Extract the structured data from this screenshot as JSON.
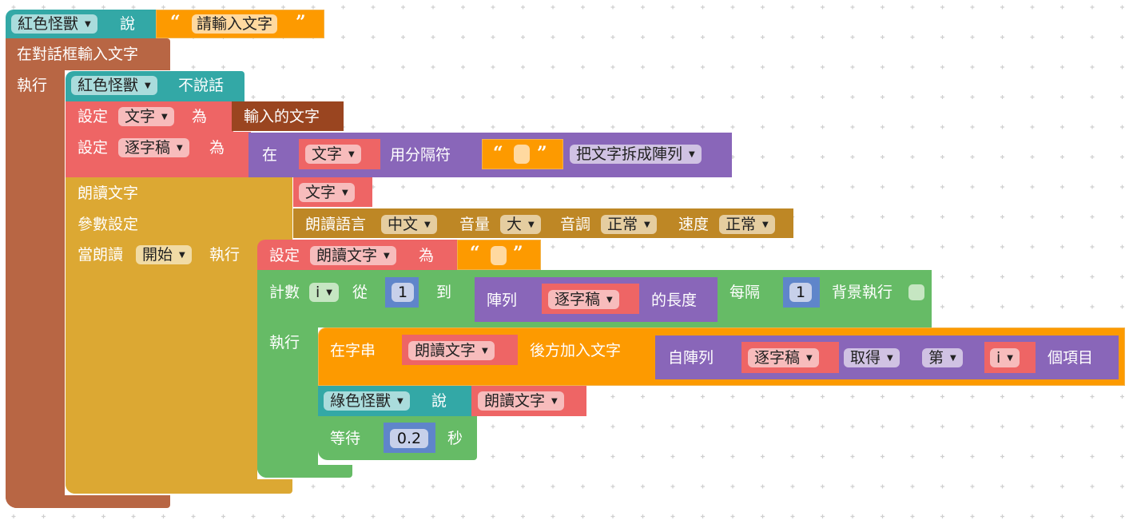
{
  "workspace": {
    "say_block": {
      "sprite": "紅色怪獸",
      "action": "說",
      "text": "請輸入文字"
    },
    "input_dialog": {
      "title": "在對話框輸入文字",
      "do_label": "執行",
      "stop_say": {
        "sprite": "紅色怪獸",
        "action": "不說話"
      },
      "set_text": {
        "set_label": "設定",
        "var": "文字",
        "to_label": "為",
        "value": "輸入的文字"
      },
      "set_split": {
        "set_label": "設定",
        "var": "逐字稿",
        "to_label": "為",
        "split": {
          "in_label": "在",
          "var": "文字",
          "sep_label": "用分隔符",
          "sep_value": "",
          "mode": "把文字拆成陣列"
        }
      },
      "speak": {
        "text_label": "朗讀文字",
        "text_var": "文字",
        "params_label": "參數設定",
        "params": {
          "lang_label": "朗讀語言",
          "lang": "中文",
          "volume_label": "音量",
          "volume": "大",
          "pitch_label": "音調",
          "pitch": "正常",
          "speed_label": "速度",
          "speed": "正常"
        },
        "when_label": "當朗讀",
        "when_event": "開始",
        "when_do": "執行",
        "set_read": {
          "set_label": "設定",
          "var": "朗讀文字",
          "to_label": "為",
          "value": ""
        },
        "count": {
          "count_label": "計數",
          "var": "i",
          "from_label": "從",
          "from": "1",
          "to_label": "到",
          "length": {
            "list_label": "陣列",
            "var": "逐字稿",
            "suffix": "的長度"
          },
          "every_label": "每隔",
          "step": "1",
          "bg_label": "背景執行",
          "bg_checked": false,
          "do_label": "執行",
          "append": {
            "in_label": "在字串",
            "var": "朗讀文字",
            "append_label": "後方加入文字",
            "get": {
              "from_label": "自陣列",
              "var": "逐字稿",
              "mode": "取得",
              "where": "第",
              "index_var": "i",
              "suffix": "個項目"
            }
          },
          "green_say": {
            "sprite": "綠色怪獸",
            "action": "說",
            "var": "朗讀文字"
          },
          "wait": {
            "label": "等待",
            "value": "0.2",
            "unit": "秒"
          }
        }
      }
    }
  }
}
